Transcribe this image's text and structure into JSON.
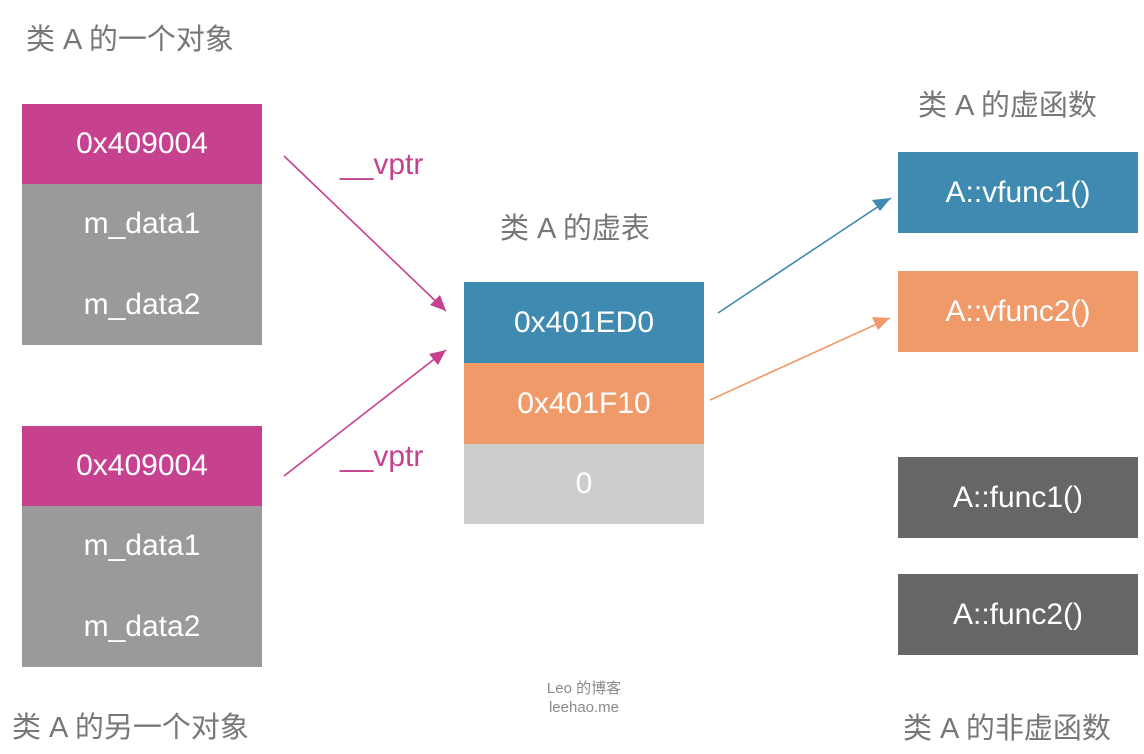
{
  "title_object1": "类 A 的一个对象",
  "title_object2": "类 A 的另一个对象",
  "title_vtable": "类 A 的虚表",
  "title_virtual_funcs": "类 A 的虚函数",
  "title_nonvirtual_funcs": "类 A 的非虚函数",
  "object1": {
    "cells": [
      "0x409004",
      "m_data1",
      "m_data2"
    ]
  },
  "object2": {
    "cells": [
      "0x409004",
      "m_data1",
      "m_data2"
    ]
  },
  "vtable": {
    "cells": [
      "0x401ED0",
      "0x401F10",
      "0"
    ]
  },
  "virtual_funcs": [
    "A::vfunc1()",
    "A::vfunc2()"
  ],
  "nonvirtual_funcs": [
    "A::func1()",
    "A::func2()"
  ],
  "arrow_labels": {
    "vptr1": "__vptr",
    "vptr2": "__vptr"
  },
  "watermark": {
    "line1": "Leo 的博客",
    "line2": "leehao.me"
  },
  "colors": {
    "vptr": "#c6418e",
    "data": "#9a9a9a",
    "vfunc1": "#3f8ab0",
    "vfunc2": "#f09a6a",
    "terminator": "#cccccc",
    "nonvirtual": "#666666"
  }
}
